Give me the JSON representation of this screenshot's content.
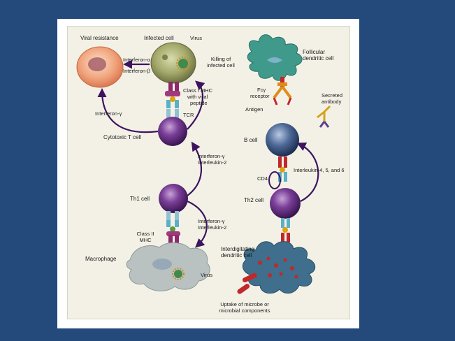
{
  "labels": {
    "viral_resistance": "Viral resistance",
    "infected_cell": "Infected cell",
    "virus_top": "Virus",
    "interferon_alpha": "Interferon-α",
    "interferon_beta": "Interferon-β",
    "killing_line1": "Killing of",
    "killing_line2": "infected cell",
    "class1_line1": "Class I MHC",
    "class1_line2": "with viral",
    "class1_line3": "peptide",
    "tcr": "TCR",
    "interferon_gamma_left": "Interferon-γ",
    "cytotoxic_t_cell": "Cytotoxic T cell",
    "ifn_il2_upper_line1": "Interferon-γ",
    "ifn_il2_upper_line2": "Interleukin-2",
    "th1_cell": "Th1 cell",
    "ifn_il2_lower_line1": "Interferon-γ",
    "ifn_il2_lower_line2": "Interleukin-2",
    "class2_line1": "Class II",
    "class2_line2": "MHC",
    "macrophage": "Macrophage",
    "virus_bottom": "Virus",
    "follicular_line1": "Follicular",
    "follicular_line2": "dendritic cell",
    "fc_line1": "Fcγ",
    "fc_line2": "receptor",
    "antigen": "Antigen",
    "secreted_line1": "Secreted",
    "secreted_line2": "antibody",
    "b_cell": "B cell",
    "cd4": "CD4",
    "interleukin_456": "Interleukin-4, 5, and 6",
    "th2_cell": "Th2 cell",
    "interdigitating_line1": "Interdigitating",
    "interdigitating_line2": "dendritic cell",
    "uptake_line1": "Uptake of microbe or",
    "uptake_line2": "microbial components"
  },
  "colors": {
    "slide_background": "#244a7c",
    "panel": "#ffffff",
    "figure_background": "#f3f1e6",
    "t_cell_purple": "#6b2f86",
    "arrow_purple": "#3d1460",
    "infected_cell_green": "#a3a86a",
    "resistant_cell_peach": "#f0a27a",
    "follicular_teal": "#3f9a8c",
    "b_cell_blue": "#34507e",
    "macrophage_gray": "#b9c2c0",
    "interdigitating_blue": "#3f6f8c",
    "microbe_red": "#c0282b"
  }
}
